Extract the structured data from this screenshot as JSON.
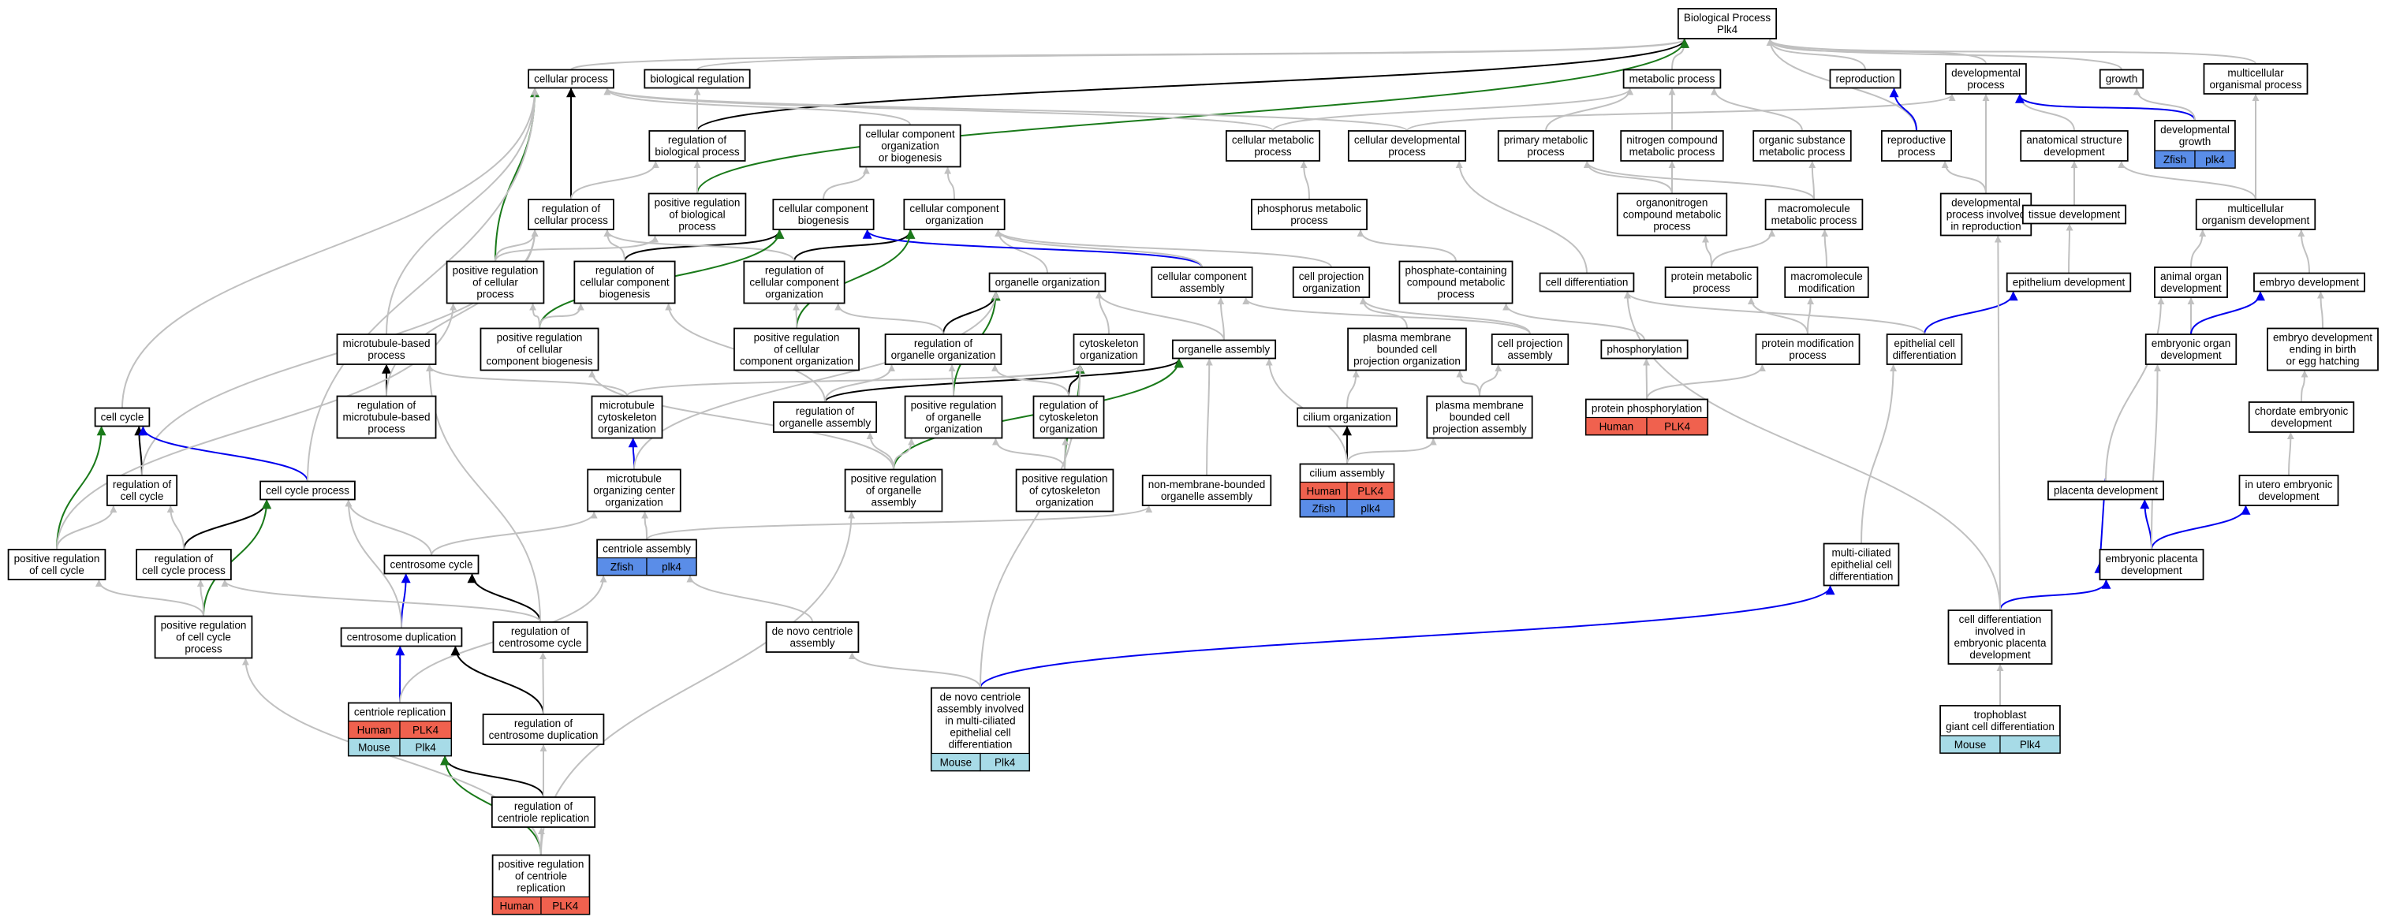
{
  "colors": {
    "edge_default": "#c0c0c0",
    "edge_is_a": "#000000",
    "edge_positive": "#1a7a1a",
    "edge_part_of": "#0000ee",
    "human": "#f0614e",
    "mouse": "#a7dbe7",
    "zfish": "#5a8de8"
  },
  "nodes": {
    "bp": [
      "Biological Process",
      "Plk4"
    ],
    "cellular_process": [
      "cellular process"
    ],
    "biological_regulation": [
      "biological regulation"
    ],
    "metabolic_process": [
      "metabolic process"
    ],
    "reproduction": [
      "reproduction"
    ],
    "developmental_process": [
      "developmental",
      "process"
    ],
    "growth": [
      "growth"
    ],
    "multicellular_organismal_process": [
      "multicellular",
      "organismal process"
    ],
    "regulation_of_biological_process": [
      "regulation of",
      "biological process"
    ],
    "cellular_component_organization_or_biogenesis": [
      "cellular component",
      "organization",
      "or biogenesis"
    ],
    "cellular_metabolic_process": [
      "cellular metabolic",
      "process"
    ],
    "cellular_developmental_process": [
      "cellular developmental",
      "process"
    ],
    "primary_metabolic_process": [
      "primary metabolic",
      "process"
    ],
    "nitrogen_compound_metabolic_process": [
      "nitrogen compound",
      "metabolic process"
    ],
    "organic_substance_metabolic_process": [
      "organic substance",
      "metabolic process"
    ],
    "reproductive_process": [
      "reproductive",
      "process"
    ],
    "anatomical_structure_development": [
      "anatomical structure",
      "development"
    ],
    "developmental_growth": [
      "developmental",
      "growth"
    ],
    "regulation_of_cellular_process": [
      "regulation of",
      "cellular process"
    ],
    "positive_regulation_of_biological_process": [
      "positive regulation",
      "of biological",
      "process"
    ],
    "cellular_component_biogenesis": [
      "cellular component",
      "biogenesis"
    ],
    "cellular_component_organization": [
      "cellular component",
      "organization"
    ],
    "phosphorus_metabolic_process": [
      "phosphorus metabolic",
      "process"
    ],
    "organonitrogen_compound_metabolic_process": [
      "organonitrogen",
      "compound metabolic",
      "process"
    ],
    "macromolecule_metabolic_process": [
      "macromolecule",
      "metabolic process"
    ],
    "developmental_process_involved_in_reproduction": [
      "developmental",
      "process involved",
      "in reproduction"
    ],
    "tissue_development": [
      "tissue development"
    ],
    "multicellular_organism_development": [
      "multicellular",
      "organism development"
    ],
    "positive_regulation_of_cellular_process": [
      "positive regulation",
      "of cellular",
      "process"
    ],
    "regulation_of_cellular_component_biogenesis": [
      "regulation of",
      "cellular component",
      "biogenesis"
    ],
    "regulation_of_cellular_component_organization": [
      "regulation of",
      "cellular component",
      "organization"
    ],
    "organelle_organization": [
      "organelle organization"
    ],
    "cellular_component_assembly": [
      "cellular component",
      "assembly"
    ],
    "cell_projection_organization": [
      "cell projection",
      "organization"
    ],
    "phosphate_containing_compound_metabolic_process": [
      "phosphate-containing",
      "compound metabolic",
      "process"
    ],
    "cell_differentiation": [
      "cell differentiation"
    ],
    "protein_metabolic_process": [
      "protein metabolic",
      "process"
    ],
    "macromolecule_modification": [
      "macromolecule",
      "modification"
    ],
    "epithelium_development": [
      "epithelium development"
    ],
    "animal_organ_development": [
      "animal organ",
      "development"
    ],
    "embryo_development": [
      "embryo development"
    ],
    "microtubule_based_process": [
      "microtubule-based",
      "process"
    ],
    "positive_regulation_of_cellular_component_biogenesis": [
      "positive regulation",
      "of cellular",
      "component biogenesis"
    ],
    "positive_regulation_of_cellular_component_organization": [
      "positive regulation",
      "of cellular",
      "component organization"
    ],
    "regulation_of_organelle_organization": [
      "regulation of",
      "organelle organization"
    ],
    "cytoskeleton_organization": [
      "cytoskeleton",
      "organization"
    ],
    "organelle_assembly": [
      "organelle assembly"
    ],
    "plasma_membrane_bounded_cell_projection_organization": [
      "plasma membrane",
      "bounded cell",
      "projection organization"
    ],
    "cell_projection_assembly": [
      "cell projection",
      "assembly"
    ],
    "phosphorylation": [
      "phosphorylation"
    ],
    "protein_modification_process": [
      "protein modification",
      "process"
    ],
    "epithelial_cell_differentiation": [
      "epithelial cell",
      "differentiation"
    ],
    "embryonic_organ_development": [
      "embryonic organ",
      "development"
    ],
    "embryo_development_ending_in_birth": [
      "embryo development",
      "ending in birth",
      "or egg hatching"
    ],
    "cell_cycle": [
      "cell cycle"
    ],
    "regulation_of_microtubule_based_process": [
      "regulation of",
      "microtubule-based",
      "process"
    ],
    "microtubule_cytoskeleton_organization": [
      "microtubule",
      "cytoskeleton",
      "organization"
    ],
    "regulation_of_organelle_assembly": [
      "regulation of",
      "organelle assembly"
    ],
    "positive_regulation_of_organelle_organization": [
      "positive regulation",
      "of organelle",
      "organization"
    ],
    "regulation_of_cytoskeleton_organization": [
      "regulation of",
      "cytoskeleton",
      "organization"
    ],
    "cilium_organization": [
      "cilium organization"
    ],
    "plasma_membrane_bounded_cell_projection_assembly": [
      "plasma membrane",
      "bounded cell",
      "projection assembly"
    ],
    "protein_phosphorylation": [
      "protein phosphorylation"
    ],
    "chordate_embryonic_development": [
      "chordate embryonic",
      "development"
    ],
    "regulation_of_cell_cycle": [
      "regulation of",
      "cell cycle"
    ],
    "cell_cycle_process": [
      "cell cycle process"
    ],
    "microtubule_organizing_center_organization": [
      "microtubule",
      "organizing center",
      "organization"
    ],
    "positive_regulation_of_organelle_assembly": [
      "positive regulation",
      "of organelle",
      "assembly"
    ],
    "positive_regulation_of_cytoskeleton_organization": [
      "positive regulation",
      "of cytoskeleton",
      "organization"
    ],
    "non_membrane_bounded_organelle_assembly": [
      "non-membrane-bounded",
      "organelle assembly"
    ],
    "cilium_assembly": [
      "cilium assembly"
    ],
    "placenta_development": [
      "placenta development"
    ],
    "in_utero_embryonic_development": [
      "in utero embryonic",
      "development"
    ],
    "positive_regulation_of_cell_cycle": [
      "positive regulation",
      "of cell cycle"
    ],
    "regulation_of_cell_cycle_process": [
      "regulation of",
      "cell cycle process"
    ],
    "centrosome_cycle": [
      "centrosome cycle"
    ],
    "centriole_assembly": [
      "centriole assembly"
    ],
    "multi_ciliated_epithelial_cell_differentiation": [
      "multi-ciliated",
      "epithelial cell",
      "differentiation"
    ],
    "embryonic_placenta_development": [
      "embryonic placenta",
      "development"
    ],
    "positive_regulation_of_cell_cycle_process": [
      "positive regulation",
      "of cell cycle",
      "process"
    ],
    "centrosome_duplication": [
      "centrosome duplication"
    ],
    "regulation_of_centrosome_cycle": [
      "regulation of",
      "centrosome cycle"
    ],
    "de_novo_centriole_assembly": [
      "de novo centriole",
      "assembly"
    ],
    "cell_differentiation_involved_in_embryonic_placenta_development": [
      "cell differentiation",
      "involved in",
      "embryonic placenta",
      "development"
    ],
    "centriole_replication": [
      "centriole replication"
    ],
    "regulation_of_centrosome_duplication": [
      "regulation of",
      "centrosome duplication"
    ],
    "de_novo_centriole_assembly_multiciliated": [
      "de novo centriole",
      "assembly involved",
      "in multi-ciliated",
      "epithelial cell",
      "differentiation"
    ],
    "trophoblast_giant_cell_differentiation": [
      "trophoblast",
      "giant cell differentiation"
    ],
    "regulation_of_centriole_replication": [
      "regulation of",
      "centriole replication"
    ],
    "positive_regulation_of_centriole_replication": [
      "positive regulation",
      "of centriole",
      "replication"
    ]
  },
  "annotations": {
    "developmental_growth": [
      [
        "Zfish",
        "plk4"
      ]
    ],
    "protein_phosphorylation": [
      [
        "Human",
        "PLK4"
      ]
    ],
    "cilium_assembly": [
      [
        "Human",
        "PLK4"
      ],
      [
        "Zfish",
        "plk4"
      ]
    ],
    "centriole_assembly": [
      [
        "Zfish",
        "plk4"
      ]
    ],
    "centriole_replication": [
      [
        "Human",
        "PLK4"
      ],
      [
        "Mouse",
        "Plk4"
      ]
    ],
    "de_novo_centriole_assembly_multiciliated": [
      [
        "Mouse",
        "Plk4"
      ]
    ],
    "trophoblast_giant_cell_differentiation": [
      [
        "Mouse",
        "Plk4"
      ]
    ],
    "positive_regulation_of_centriole_replication": [
      [
        "Human",
        "PLK4"
      ]
    ]
  }
}
